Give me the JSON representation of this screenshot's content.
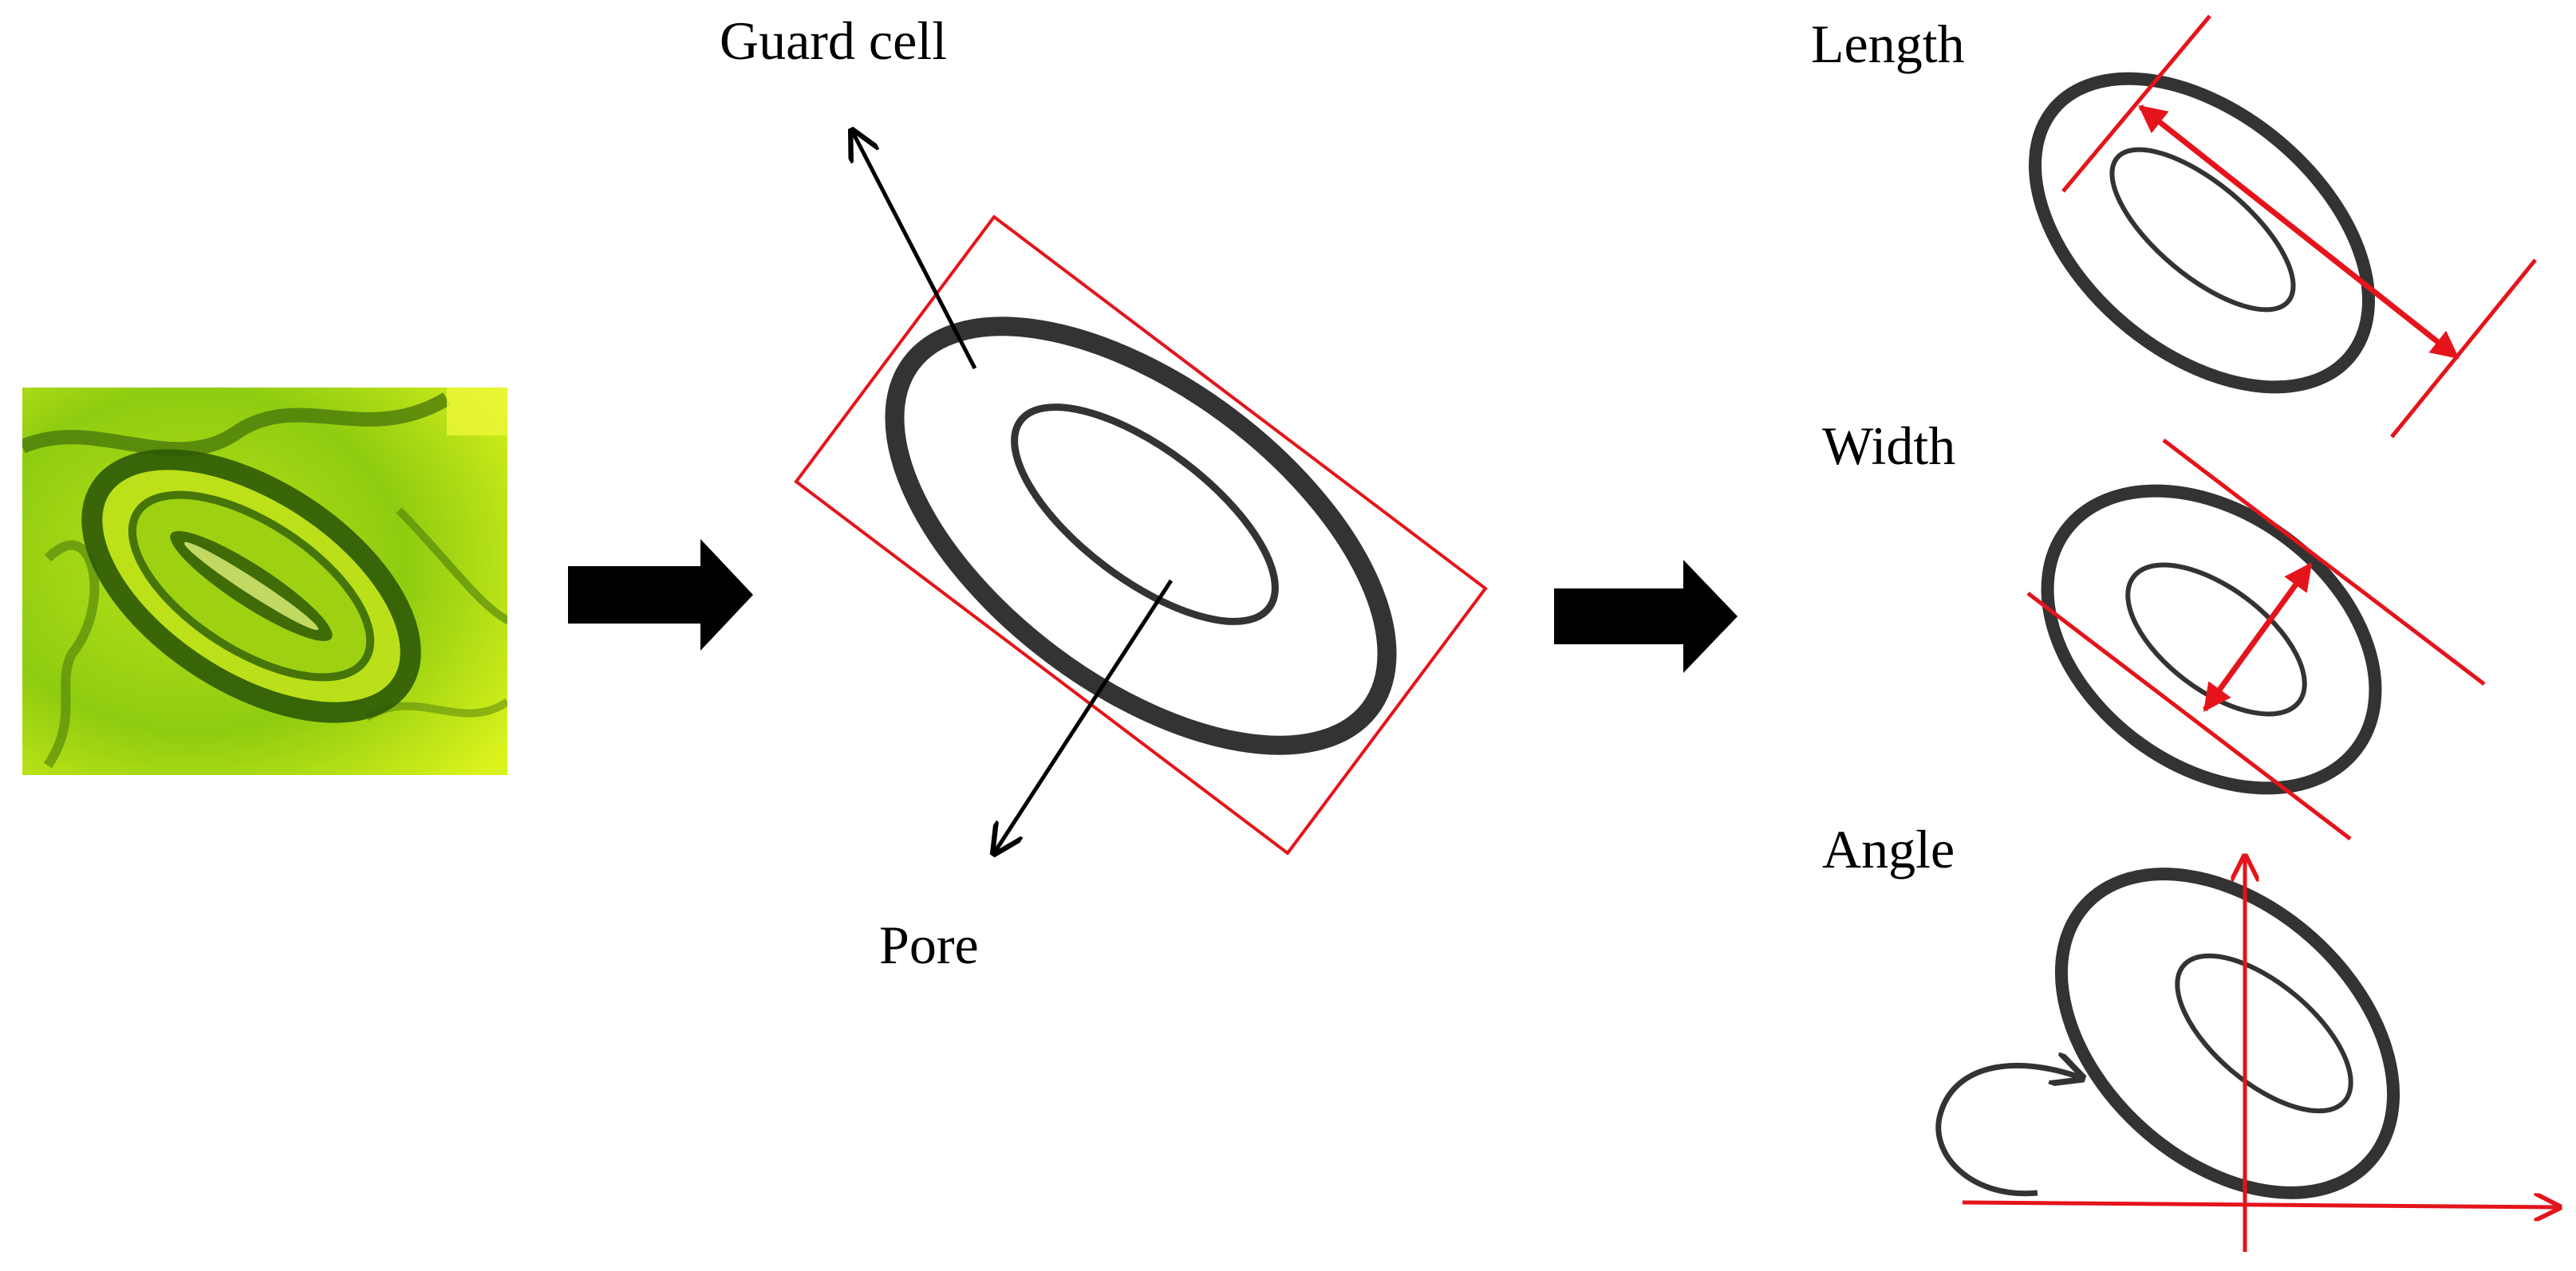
{
  "labels": {
    "guard_cell": "Guard cell",
    "pore": "Pore",
    "length": "Length",
    "width": "Width",
    "angle": "Angle"
  },
  "colors": {
    "outline": "#333333",
    "measure": "#e5141b",
    "arrow": "#000000",
    "photo_base": "#7fc40c",
    "photo_dark": "#2e5a06",
    "photo_light": "#d4ee1a"
  },
  "icons": {
    "process_arrow": "right-block-arrow-icon",
    "rotation": "curved-rotation-arrow-icon"
  }
}
